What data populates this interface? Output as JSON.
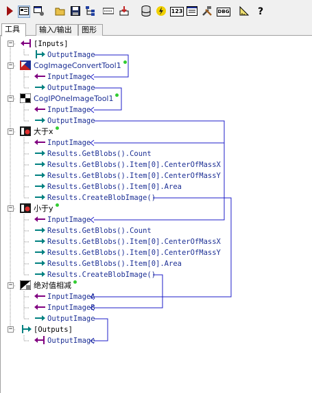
{
  "toolbar": {
    "buttons": [
      {
        "name": "run-icon"
      },
      {
        "name": "show-links-icon"
      },
      {
        "name": "settings-window-icon"
      },
      {
        "name": "open-folder-icon"
      },
      {
        "name": "save-icon"
      },
      {
        "name": "tool-tree-icon"
      },
      {
        "name": "dotted-line-icon"
      },
      {
        "name": "import-icon"
      },
      {
        "name": "database-icon"
      },
      {
        "name": "lightning-icon"
      },
      {
        "name": "numeric-display-icon"
      },
      {
        "name": "text-window-icon"
      },
      {
        "name": "tools-icon"
      },
      {
        "name": "debug-icon"
      },
      {
        "name": "ruler-icon"
      },
      {
        "name": "help-icon"
      }
    ],
    "num_label": "123",
    "dbg_label": "DBG",
    "help_label": "?"
  },
  "tabs": [
    {
      "label": "工具",
      "active": true
    },
    {
      "label": "输入/输出",
      "active": false
    },
    {
      "label": "图形",
      "active": false
    }
  ],
  "tree": {
    "inputs_label": "[Inputs]",
    "outputs_label": "[Outputs]",
    "rows": {
      "r1": "OutputImage",
      "t1": "CogImageConvertTool1",
      "r3": "InputImage",
      "r4": "OutputImage",
      "t2": "CogIPOneImageTool1",
      "r6": "InputImage",
      "r7": "OutputImage",
      "t3": "大于x",
      "r9": "InputImage",
      "r10": "Results.GetBlobs().Count",
      "r11": "Results.GetBlobs().Item[0].CenterOfMassX",
      "r12": "Results.GetBlobs().Item[0].CenterOfMassY",
      "r13": "Results.GetBlobs().Item[0].Area",
      "r14": "Results.CreateBlobImage()",
      "t4": "小于y",
      "r16": "InputImage",
      "r17": "Results.GetBlobs().Count",
      "r18": "Results.GetBlobs().Item[0].CenterOfMassX",
      "r19": "Results.GetBlobs().Item[0].CenterOfMassY",
      "r20": "Results.GetBlobs().Item[0].Area",
      "r21": "Results.CreateBlobImage()",
      "t5": "绝对值相减",
      "r23": "InputImageA",
      "r24": "InputImageB",
      "r25": "OutputImage",
      "r27": "OutputImage"
    },
    "colors": {
      "link_line": "#1c1cc8",
      "output_arrow": "#008080",
      "input_arrow": "#800080",
      "status_dot": "#33cc33"
    }
  }
}
